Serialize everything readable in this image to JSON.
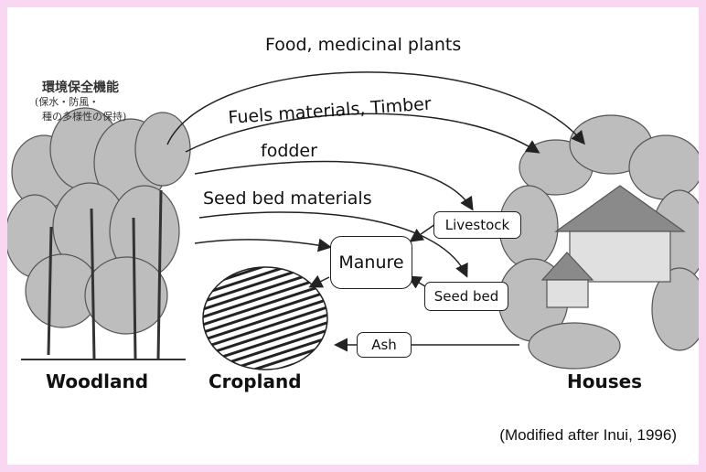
{
  "flows": {
    "food": "Food, medicinal plants",
    "fuel": "Fuels materials, Timber",
    "fodder": "fodder",
    "seedbed_materials": "Seed bed materials"
  },
  "nodes": {
    "livestock": "Livestock",
    "manure": "Manure",
    "seed_bed": "Seed bed",
    "ash": "Ash"
  },
  "places": {
    "woodland": "Woodland",
    "cropland": "Cropland",
    "houses": "Houses"
  },
  "woodland_functions": {
    "line1": "環境保全機能",
    "line2": "(保水・防風・",
    "line3": "種の多様性の保持)"
  },
  "credit": "(Modified after Inui, 1996)"
}
